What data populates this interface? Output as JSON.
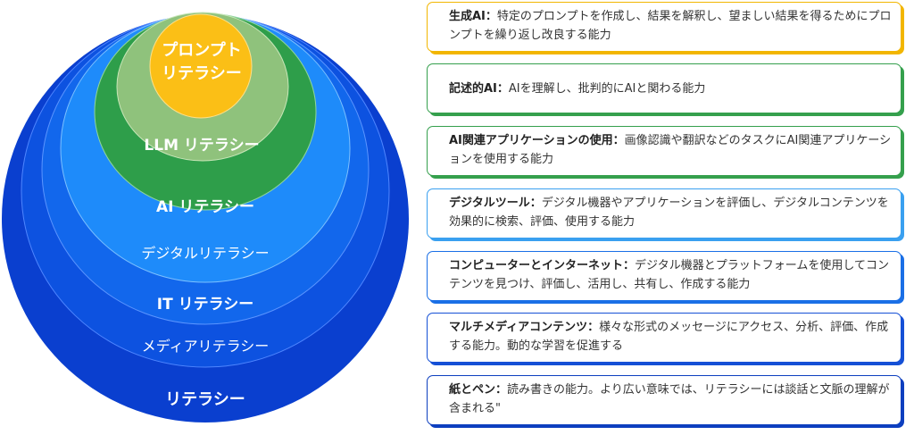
{
  "diagram": {
    "levels": [
      {
        "label": "リテラシー",
        "color": "#0a3fcf"
      },
      {
        "label": "メディアリテラシー",
        "color": "#0d52e0"
      },
      {
        "label": "IT リテラシー",
        "color": "#1267ec"
      },
      {
        "label": "デジタルリテラシー",
        "color": "#1e8bfa"
      },
      {
        "label": "AI リテラシー",
        "color": "#2e9e4a"
      },
      {
        "label": "LLM リテラシー",
        "color": "#8fc27c"
      },
      {
        "label": "プロンプト",
        "label2": "リテラシー",
        "color": "#fbbf16"
      }
    ]
  },
  "cards": [
    {
      "title": "生成AI：",
      "text": "特定のプロンプトを作成し、結果を解釈し、望ましい結果を得るためにプロンプトを繰り返し改良する能力",
      "color": "#f2b600"
    },
    {
      "title": "記述的AI：",
      "text": "AIを理解し、批判的にAIと関わる能力",
      "color": "#35a04d"
    },
    {
      "title": "AI関連アプリケーションの使用：",
      "text": "画像認識や翻訳などのタスクにAI関連アプリケーションを使用する能力",
      "color": "#35a04d"
    },
    {
      "title": "デジタルツール：",
      "text": "デジタル機器やアプリケーションを評価し、デジタルコンテンツを効果的に検索、評価、使用する能力",
      "color": "#3aa0f0"
    },
    {
      "title": "コンピューターとインターネット：",
      "text": "デジタル機器とプラットフォームを使用してコンテンツを見つけ、評価し、活用し、共有し、作成する能力",
      "color": "#1a6fe6"
    },
    {
      "title": "マルチメディアコンテンツ：",
      "text": "様々な形式のメッセージにアクセス、分析、評価、作成する能力。動的な学習を促進する",
      "color": "#1550d6"
    },
    {
      "title": "紙とペン：",
      "text": "読み書きの能力。より広い意味では、リテラシーには談話と文脈の理解が含まれる\"",
      "color": "#0d3fbf"
    }
  ]
}
